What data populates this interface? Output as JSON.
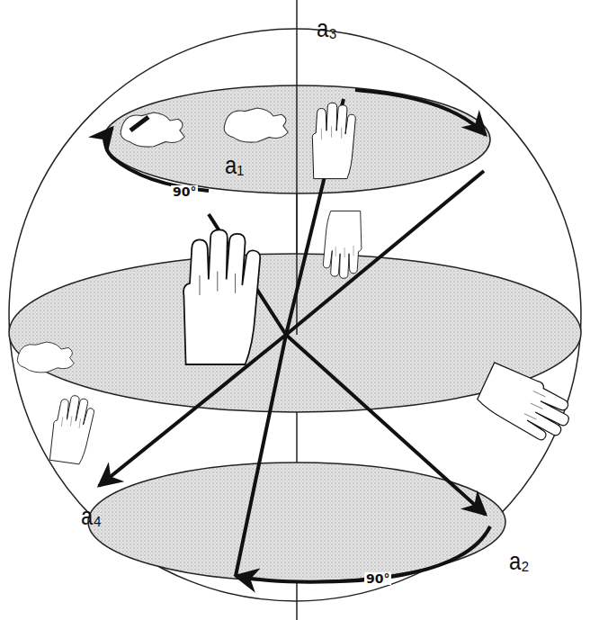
{
  "diagram": {
    "labels": [
      "a₃",
      "a₁",
      "90°",
      "a₄",
      "a₂",
      "90°"
    ]
  }
}
